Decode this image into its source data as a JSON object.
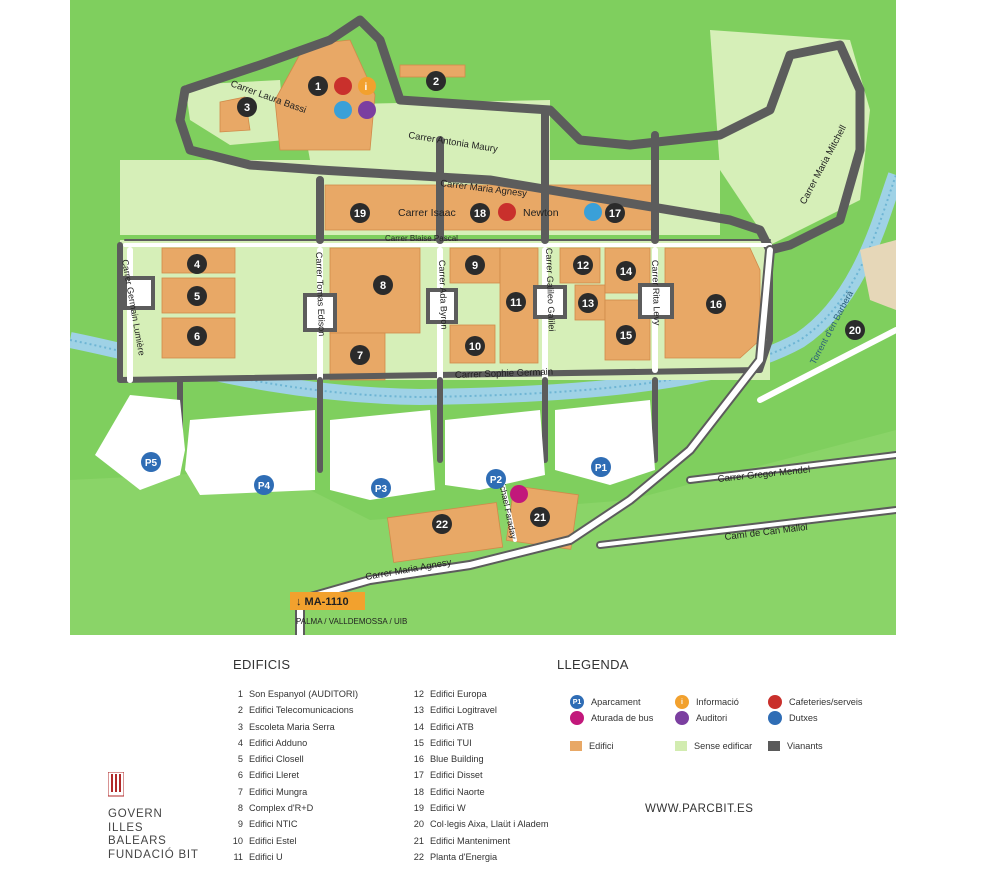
{
  "map": {
    "streets": {
      "laura_bassi": "Carrer Laura Bassi",
      "antonia_maury": "Carrer Antonia Maury",
      "maria_agnesy_top": "Carrer Maria Agnesy",
      "isaac_newton_left": "Carrer Isaac",
      "isaac_newton_right": "Newton",
      "blaise_pascal": "Carrer Blaise Pascal",
      "maria_mitchell": "Carrer Maria Mitchell",
      "germain_lumiere": "Carrer Germain Lumière",
      "tomas_edison": "Carrer Tomas Edison",
      "ada_byron": "Carrer Ada Byron",
      "galileo_galilei": "Carrer Galileo Galilei",
      "rita_levy": "Carrer Rita Levy",
      "sophie_germain": "Carrer Sophie Germain",
      "gregor_mendel": "Carrer Gregor Mendel",
      "cami_can_mallol": "Camí de Can Mallol",
      "michael_faraday": "Michael Faraday",
      "maria_agnesy_bottom": "Carrer Maria Agnesy",
      "torrent": "Torrent d'en Barberà"
    },
    "buildings": [
      "1",
      "2",
      "3",
      "4",
      "5",
      "6",
      "7",
      "8",
      "9",
      "10",
      "11",
      "12",
      "13",
      "14",
      "15",
      "16",
      "17",
      "18",
      "19",
      "20",
      "21",
      "22"
    ],
    "parkings": [
      "P1",
      "P2",
      "P3",
      "P4",
      "P5"
    ],
    "road_sign": {
      "label": "↓ MA-1110",
      "destination": "PALMA / VALLDEMOSSA / UIB"
    }
  },
  "edificis": {
    "title": "EDIFICIS",
    "col1": [
      {
        "num": "1",
        "name": "Son Espanyol (AUDITORI)"
      },
      {
        "num": "2",
        "name": "Edifici Telecomunicacions"
      },
      {
        "num": "3",
        "name": "Escoleta Maria Serra"
      },
      {
        "num": "4",
        "name": "Edifici Adduno"
      },
      {
        "num": "5",
        "name": "Edifici Closell"
      },
      {
        "num": "6",
        "name": "Edifici Lleret"
      },
      {
        "num": "7",
        "name": "Edifici Mungra"
      },
      {
        "num": "8",
        "name": "Complex d'R+D"
      },
      {
        "num": "9",
        "name": "Edifici NTIC"
      },
      {
        "num": "10",
        "name": "Edifici Estel"
      },
      {
        "num": "11",
        "name": "Edifici U"
      }
    ],
    "col2": [
      {
        "num": "12",
        "name": "Edifici Europa"
      },
      {
        "num": "13",
        "name": "Edifici Logitravel"
      },
      {
        "num": "14",
        "name": "Edifici ATB"
      },
      {
        "num": "15",
        "name": "Edifici TUI"
      },
      {
        "num": "16",
        "name": "Blue Building"
      },
      {
        "num": "17",
        "name": "Edifici Disset"
      },
      {
        "num": "18",
        "name": "Edifici Naorte"
      },
      {
        "num": "19",
        "name": "Edifici W"
      },
      {
        "num": "20",
        "name": "Col·legis Aixa, Llaüt i Aladem"
      },
      {
        "num": "21",
        "name": "Edifici Manteniment"
      },
      {
        "num": "22",
        "name": "Planta d'Energia"
      }
    ]
  },
  "llegenda": {
    "title": "LLEGENDA",
    "items": [
      {
        "label": "Aparcament",
        "symbol": "P1",
        "color": "#2f6db5"
      },
      {
        "label": "Informació",
        "symbol": "i",
        "color": "#f2a12e"
      },
      {
        "label": "Cafeteries/serveis",
        "symbol": "",
        "color": "#c9302c"
      },
      {
        "label": "Aturada de bus",
        "symbol": "",
        "color": "#c2187b"
      },
      {
        "label": "Auditori",
        "symbol": "",
        "color": "#7b3fa0"
      },
      {
        "label": "Dutxes",
        "symbol": "",
        "color": "#2f6db5"
      },
      {
        "label": "Edifici",
        "symbol": "",
        "color": "#e8a866"
      },
      {
        "label": "Sense edificar",
        "symbol": "",
        "color": "#d2ecb0"
      },
      {
        "label": "Vianants",
        "symbol": "",
        "color": "#5a5a5a"
      }
    ]
  },
  "logo": {
    "line1": "GOVERN",
    "line2": "ILLES",
    "line3": "BALEARS",
    "line4": "FUNDACIÓ BIT"
  },
  "website": "WWW.PARCBIT.ES",
  "colors": {
    "grass": "#7fcf5e",
    "plot": "#d6efb8",
    "building": "#e8a866",
    "road": "#5c5c5c",
    "parking": "#ffffff",
    "river": "#8fc8e0",
    "marker": "#2b2b2b"
  }
}
